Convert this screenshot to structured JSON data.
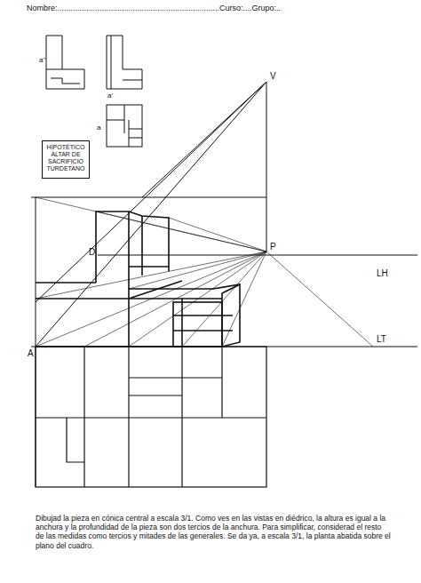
{
  "diagram": {
    "caption": "Dibujad la pieza en cónica central a escala 3/1. Como ves en las vistas en diédrico, la altura es igual a la anchura y la profundidad de la pieza son dos tercios de la anchura. Para simplificar, considerad el resto de las medidas como tercios y mitades de las generales. Se da ya, a escala 3/1, la planta abatida sobre el plano del cuadro.",
    "nodes": [
      {
        "text": [
          "HIPOTÉTICO ALTAR DE SACRIFICIO TURDETANO"
        ]
      }
    ],
    "labels": [
      "Nombre:.........................................................................Curso:....Grupo:..",
      "a''",
      "a'",
      "a",
      "V",
      "D",
      "P",
      "LH",
      "LT",
      "A"
    ]
  }
}
